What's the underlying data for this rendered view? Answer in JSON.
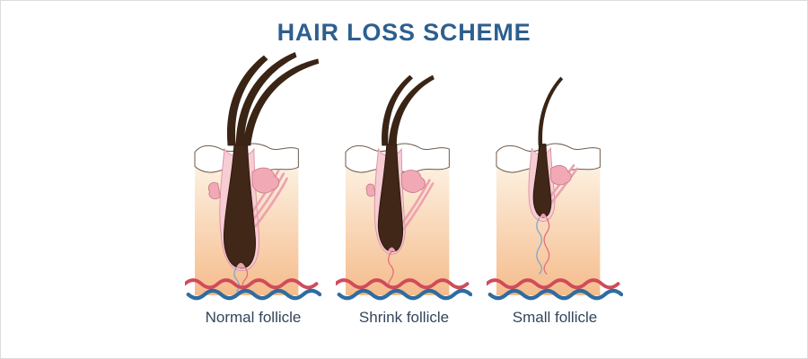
{
  "title": "HAIR LOSS SCHEME",
  "panels": [
    {
      "label": "Normal follicle"
    },
    {
      "label": "Shrink follicle"
    },
    {
      "label": "Small follicle"
    }
  ],
  "colors": {
    "title": "#2d5f8f",
    "label": "#33455c",
    "hair": "#3a2415",
    "follicle": "#402718",
    "sheath_pink": "#f8ccd3",
    "gland_pink": "#f2a9b6",
    "muscle_pink": "#ec9fae",
    "vessel_red": "#d14b5a",
    "vessel_blue": "#2e6da0",
    "dermis_top": "#fdf4e6",
    "dermis_bottom": "#f5bc8c",
    "epidermis": "#ffffff"
  }
}
